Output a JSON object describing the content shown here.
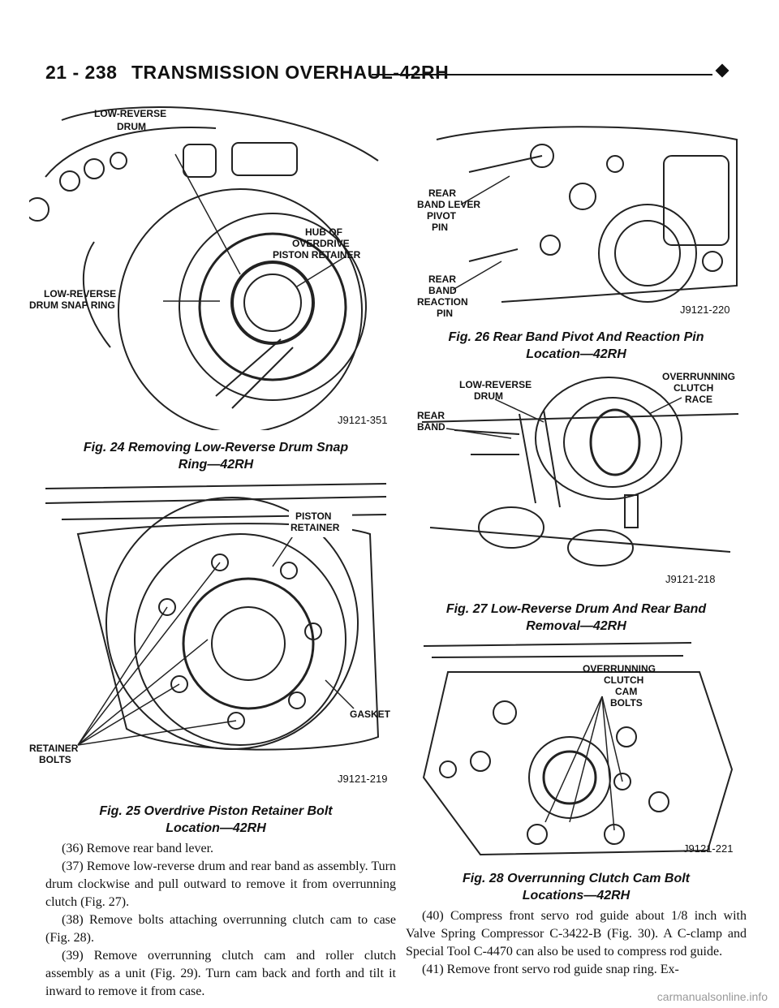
{
  "header": {
    "page_number": "21 - 238",
    "title": "TRANSMISSION OVERHAUL-42RH"
  },
  "figures": {
    "fig24": {
      "labels": {
        "low_reverse_drum_1": "LOW-REVERSE",
        "low_reverse_drum_2": "DRUM",
        "hub_1": "HUB OF",
        "hub_2": "OVERDRIVE",
        "hub_3": "PISTON RETAINER",
        "snap_ring_1": "LOW-REVERSE",
        "snap_ring_2": "DRUM SNAP RING"
      },
      "code": "J9121-351",
      "caption_line1": "Fig. 24 Removing Low-Reverse Drum Snap",
      "caption_line2": "Ring—42RH"
    },
    "fig25": {
      "labels": {
        "piston_1": "PISTON",
        "piston_2": "RETAINER",
        "gasket": "GASKET",
        "bolts_1": "RETAINER",
        "bolts_2": "BOLTS"
      },
      "code": "J9121-219",
      "caption_line1": "Fig. 25 Overdrive Piston Retainer Bolt",
      "caption_line2": "Location—42RH"
    },
    "fig26": {
      "labels": {
        "lever_1": "REAR",
        "lever_2": "BAND LEVER",
        "lever_3": "PIVOT",
        "lever_4": "PIN",
        "reaction_1": "REAR",
        "reaction_2": "BAND",
        "reaction_3": "REACTION",
        "reaction_4": "PIN"
      },
      "code": "J9121-220",
      "caption_line1": "Fig. 26 Rear Band Pivot And Reaction Pin",
      "caption_line2": "Location—42RH"
    },
    "fig27": {
      "labels": {
        "drum_1": "LOW-REVERSE",
        "drum_2": "DRUM",
        "band_1": "REAR",
        "band_2": "BAND",
        "race_1": "OVERRUNNING",
        "race_2": "CLUTCH",
        "race_3": "RACE"
      },
      "code": "J9121-218",
      "caption_line1": "Fig. 27 Low-Reverse Drum And Rear Band",
      "caption_line2": "Removal—42RH"
    },
    "fig28": {
      "labels": {
        "cam_1": "OVERRUNNING",
        "cam_2": "CLUTCH",
        "cam_3": "CAM",
        "cam_4": "BOLTS"
      },
      "code": "J9121-221",
      "caption_line1": "Fig. 28 Overrunning Clutch Cam Bolt",
      "caption_line2": "Locations—42RH"
    }
  },
  "left_steps": [
    "(36) Remove rear band lever.",
    "(37) Remove low-reverse drum and rear band as assembly. Turn drum clockwise and pull outward to remove it from overrunning clutch (Fig. 27).",
    "(38) Remove bolts attaching overrunning clutch cam to case (Fig. 28).",
    "(39) Remove overrunning clutch cam and roller clutch assembly as a unit (Fig. 29). Turn cam back and forth and tilt it inward to remove it from case."
  ],
  "right_steps": [
    "(40) Compress front servo rod guide about 1/8 inch with Valve Spring Compressor C-3422-B (Fig. 30). A C-clamp and Special Tool C-4470 can also be used to compress rod guide.",
    "(41) Remove front servo rod guide snap ring. Ex-"
  ],
  "watermark": "carmanualsonline.info"
}
